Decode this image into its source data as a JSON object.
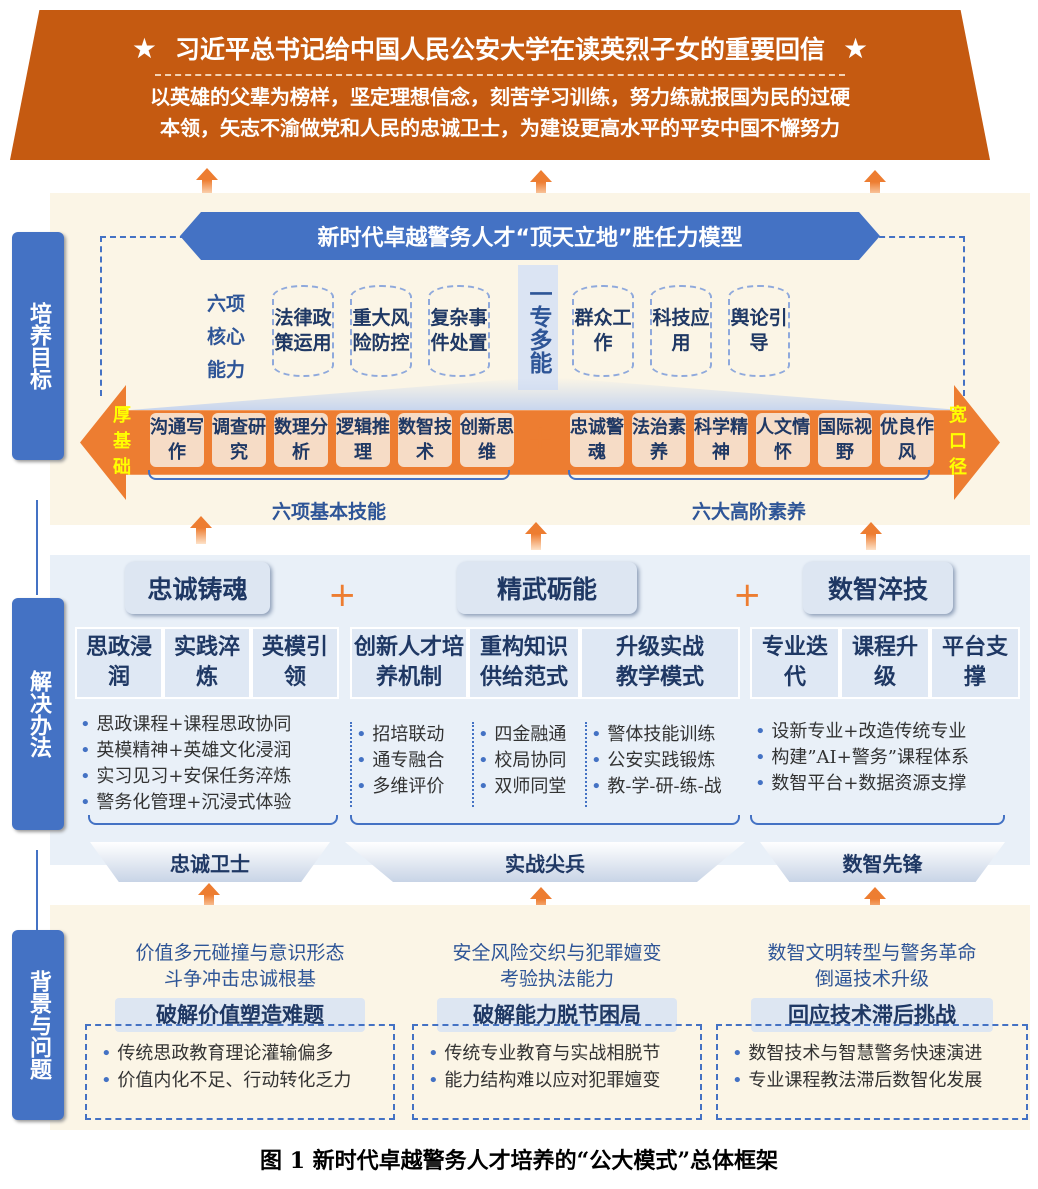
{
  "letter": {
    "title": "习近平总书记给中国人民公安大学在读英烈子女的重要回信",
    "body_line1": "以英雄的父辈为榜样，坚定理想信念，刻苦学习训练，努力练就报国为民的过硬",
    "body_line2": "本领，矢志不渝做党和人民的忠诚卫士，为建设更高水平的平安中国不懈努力",
    "star": "★"
  },
  "goals": {
    "side_label": "培养目标",
    "model_title": "新时代卓越警务人才“顶天立地”胜任力模型",
    "core_label": "六项核心能力",
    "core_left": [
      "法律政策运用",
      "重大风险防控",
      "复杂事件处置"
    ],
    "center": "一专多能",
    "core_right": [
      "群众工作",
      "科技应用",
      "舆论引导"
    ],
    "left_end": "厚基础",
    "right_end": "宽口径",
    "basic_skills": [
      "沟通写作",
      "调查研究",
      "数理分析",
      "逻辑推理",
      "数智技术",
      "创新思维"
    ],
    "plus": "+",
    "high_qualities": [
      "忠诚警魂",
      "法治素养",
      "科学精神",
      "人文情怀",
      "国际视野",
      "优良作风"
    ],
    "basic_label": "六项基本技能",
    "high_label": "六大高阶素养"
  },
  "solutions": {
    "side_label": "解决办法",
    "columns": [
      {
        "head": "忠诚铸魂",
        "cells": [
          "思政浸润",
          "实践淬炼",
          "英模引领"
        ],
        "items": [
          [
            "思政课程+课程思政协同",
            "英模精神+英雄文化浸润",
            "实习见习+安保任务淬炼",
            "警务化管理+沉浸式体验"
          ]
        ],
        "result": "忠诚卫士"
      },
      {
        "head": "精武砺能",
        "cells": [
          "创新人才培养机制",
          "重构知识供给范式",
          "升级实战教学模式"
        ],
        "items": [
          [
            "招培联动",
            "通专融合",
            "多维评价"
          ],
          [
            "四金融通",
            "校局协同",
            "双师同堂"
          ],
          [
            "警体技能训练",
            "公安实践锻炼",
            "教-学-研-练-战"
          ]
        ],
        "result": "实战尖兵"
      },
      {
        "head": "数智淬技",
        "cells": [
          "专业迭代",
          "课程升级",
          "平台支撑"
        ],
        "items": [
          [
            "设新专业+改造传统专业",
            "构建”AI+警务”课程体系",
            "数智平台+数据资源支撑"
          ]
        ],
        "result": "数智先锋"
      }
    ]
  },
  "background": {
    "side_label": "背景与问题",
    "columns": [
      {
        "desc": [
          "价值多元碰撞与意识形态",
          "斗争冲击忠诚根基"
        ],
        "head": "破解价值塑造难题",
        "items": [
          "传统思政教育理论灌输偏多",
          "价值内化不足、行动转化乏力"
        ]
      },
      {
        "desc": [
          "安全风险交织与犯罪嬗变",
          "考验执法能力"
        ],
        "head": "破解能力脱节困局",
        "items": [
          "传统专业教育与实战相脱节",
          "能力结构难以应对犯罪嬗变"
        ]
      },
      {
        "desc": [
          "数智文明转型与警务革命",
          "倒逼技术升级"
        ],
        "head": "回应技术滞后挑战",
        "items": [
          "数智技术与智慧警务快速演进",
          "专业课程教法滞后数智化发展"
        ]
      }
    ]
  },
  "caption": "图 1 新时代卓越警务人才培养的“公大模式”总体框架"
}
